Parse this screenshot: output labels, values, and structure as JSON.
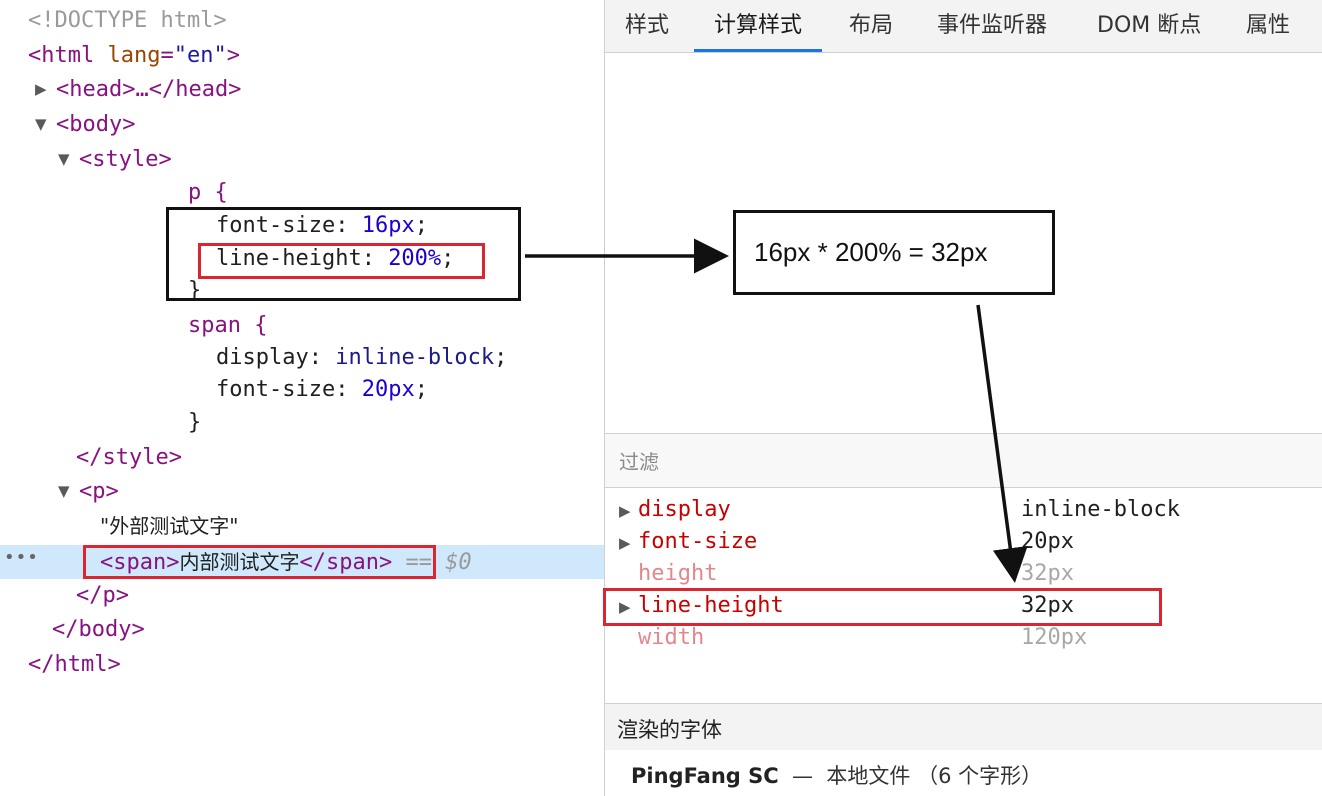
{
  "elements_tree": {
    "doctype": "<!DOCTYPE html>",
    "html_open": "<html",
    "lang_attr": "lang",
    "lang_eq": "=",
    "lang_val": "\"en\"",
    "tag_close": ">",
    "head_collapsed": "<head>…</head>",
    "body_open": "<body>",
    "style_open": "<style>",
    "css_p_selector": "p {",
    "css_fs_prop": "font-size: ",
    "css_fs_val": "16px",
    "semicolon": ";",
    "css_lh_prop": "line-height: ",
    "css_lh_val": "200%",
    "brace_close": "}",
    "css_span_selector": "span {",
    "css_display_prop": "display: ",
    "css_display_val": "inline-block",
    "css_fs2_prop": "font-size: ",
    "css_fs2_val": "20px",
    "style_close": "</style>",
    "p_open": "<p>",
    "text_node": "\"外部测试文字\"",
    "span_open": "<span>",
    "span_text": "内部测试文字",
    "span_close": "</span>",
    "selected_marker": "== $0",
    "p_close": "</p>",
    "body_close": "</body>",
    "html_close": "</html>",
    "dots": "•••"
  },
  "tabs": [
    {
      "label": "样式"
    },
    {
      "label": "计算样式",
      "active": true
    },
    {
      "label": "布局"
    },
    {
      "label": "事件监听器"
    },
    {
      "label": "DOM 断点"
    },
    {
      "label": "属性"
    }
  ],
  "filter": {
    "label": "过滤"
  },
  "computed": [
    {
      "name": "display",
      "value": "inline-block",
      "dim": false,
      "expandable": true
    },
    {
      "name": "font-size",
      "value": "20px",
      "dim": false,
      "expandable": true
    },
    {
      "name": "height",
      "value": "32px",
      "dim": true,
      "expandable": false
    },
    {
      "name": "line-height",
      "value": "32px",
      "dim": false,
      "expandable": true
    },
    {
      "name": "width",
      "value": "120px",
      "dim": true,
      "expandable": false
    }
  ],
  "rendered_fonts": {
    "title": "渲染的字体",
    "font_name": "PingFang SC",
    "dash": "—",
    "source": "本地文件",
    "glyphs": "（6 个字形）"
  },
  "annotation": {
    "formula": "16px * 200% = 32px"
  },
  "colors": {
    "highlight_red": "#d92631",
    "selection_blue": "#cfe8fc",
    "active_tab": "#1a73e8"
  }
}
